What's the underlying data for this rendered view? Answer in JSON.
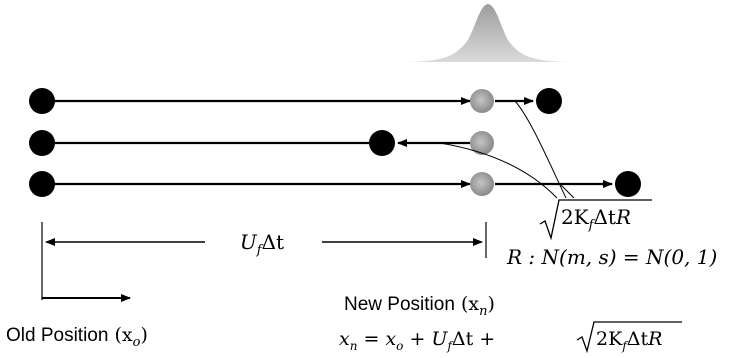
{
  "labels": {
    "displacement_symbol": "U",
    "displacement_sub": "f",
    "displacement_delta": "Δt",
    "random_sqrt_expr": "2K",
    "random_sqrt_sub": "f",
    "random_sqrt_tail": "Δt",
    "random_R": "R",
    "distribution_line": "R : N(m, s) = N(0, 1)",
    "new_position_label": "New Position",
    "new_position_var": "(x",
    "new_position_var_sub": "n",
    "new_position_var_close": ")",
    "old_position_label": "Old Position",
    "old_position_var": "(x",
    "old_position_var_sub": "o",
    "old_position_var_close": ")",
    "eq_lhs": "x",
    "eq_lhs_sub": "n",
    "eq_eq": " = ",
    "eq_x": "x",
    "eq_x_sub": "o",
    "eq_plus1": " + ",
    "eq_U": "U",
    "eq_U_sub": "f",
    "eq_dt": "Δt + ",
    "eq_sqrt_inner": "2K",
    "eq_sqrt_sub": "f",
    "eq_sqrt_tail": "Δt",
    "eq_R": "R"
  },
  "colors": {
    "ink": "#000000",
    "intermediate_dot": "#9a9a9a",
    "gaussian_fill": "#a8a8a8"
  }
}
